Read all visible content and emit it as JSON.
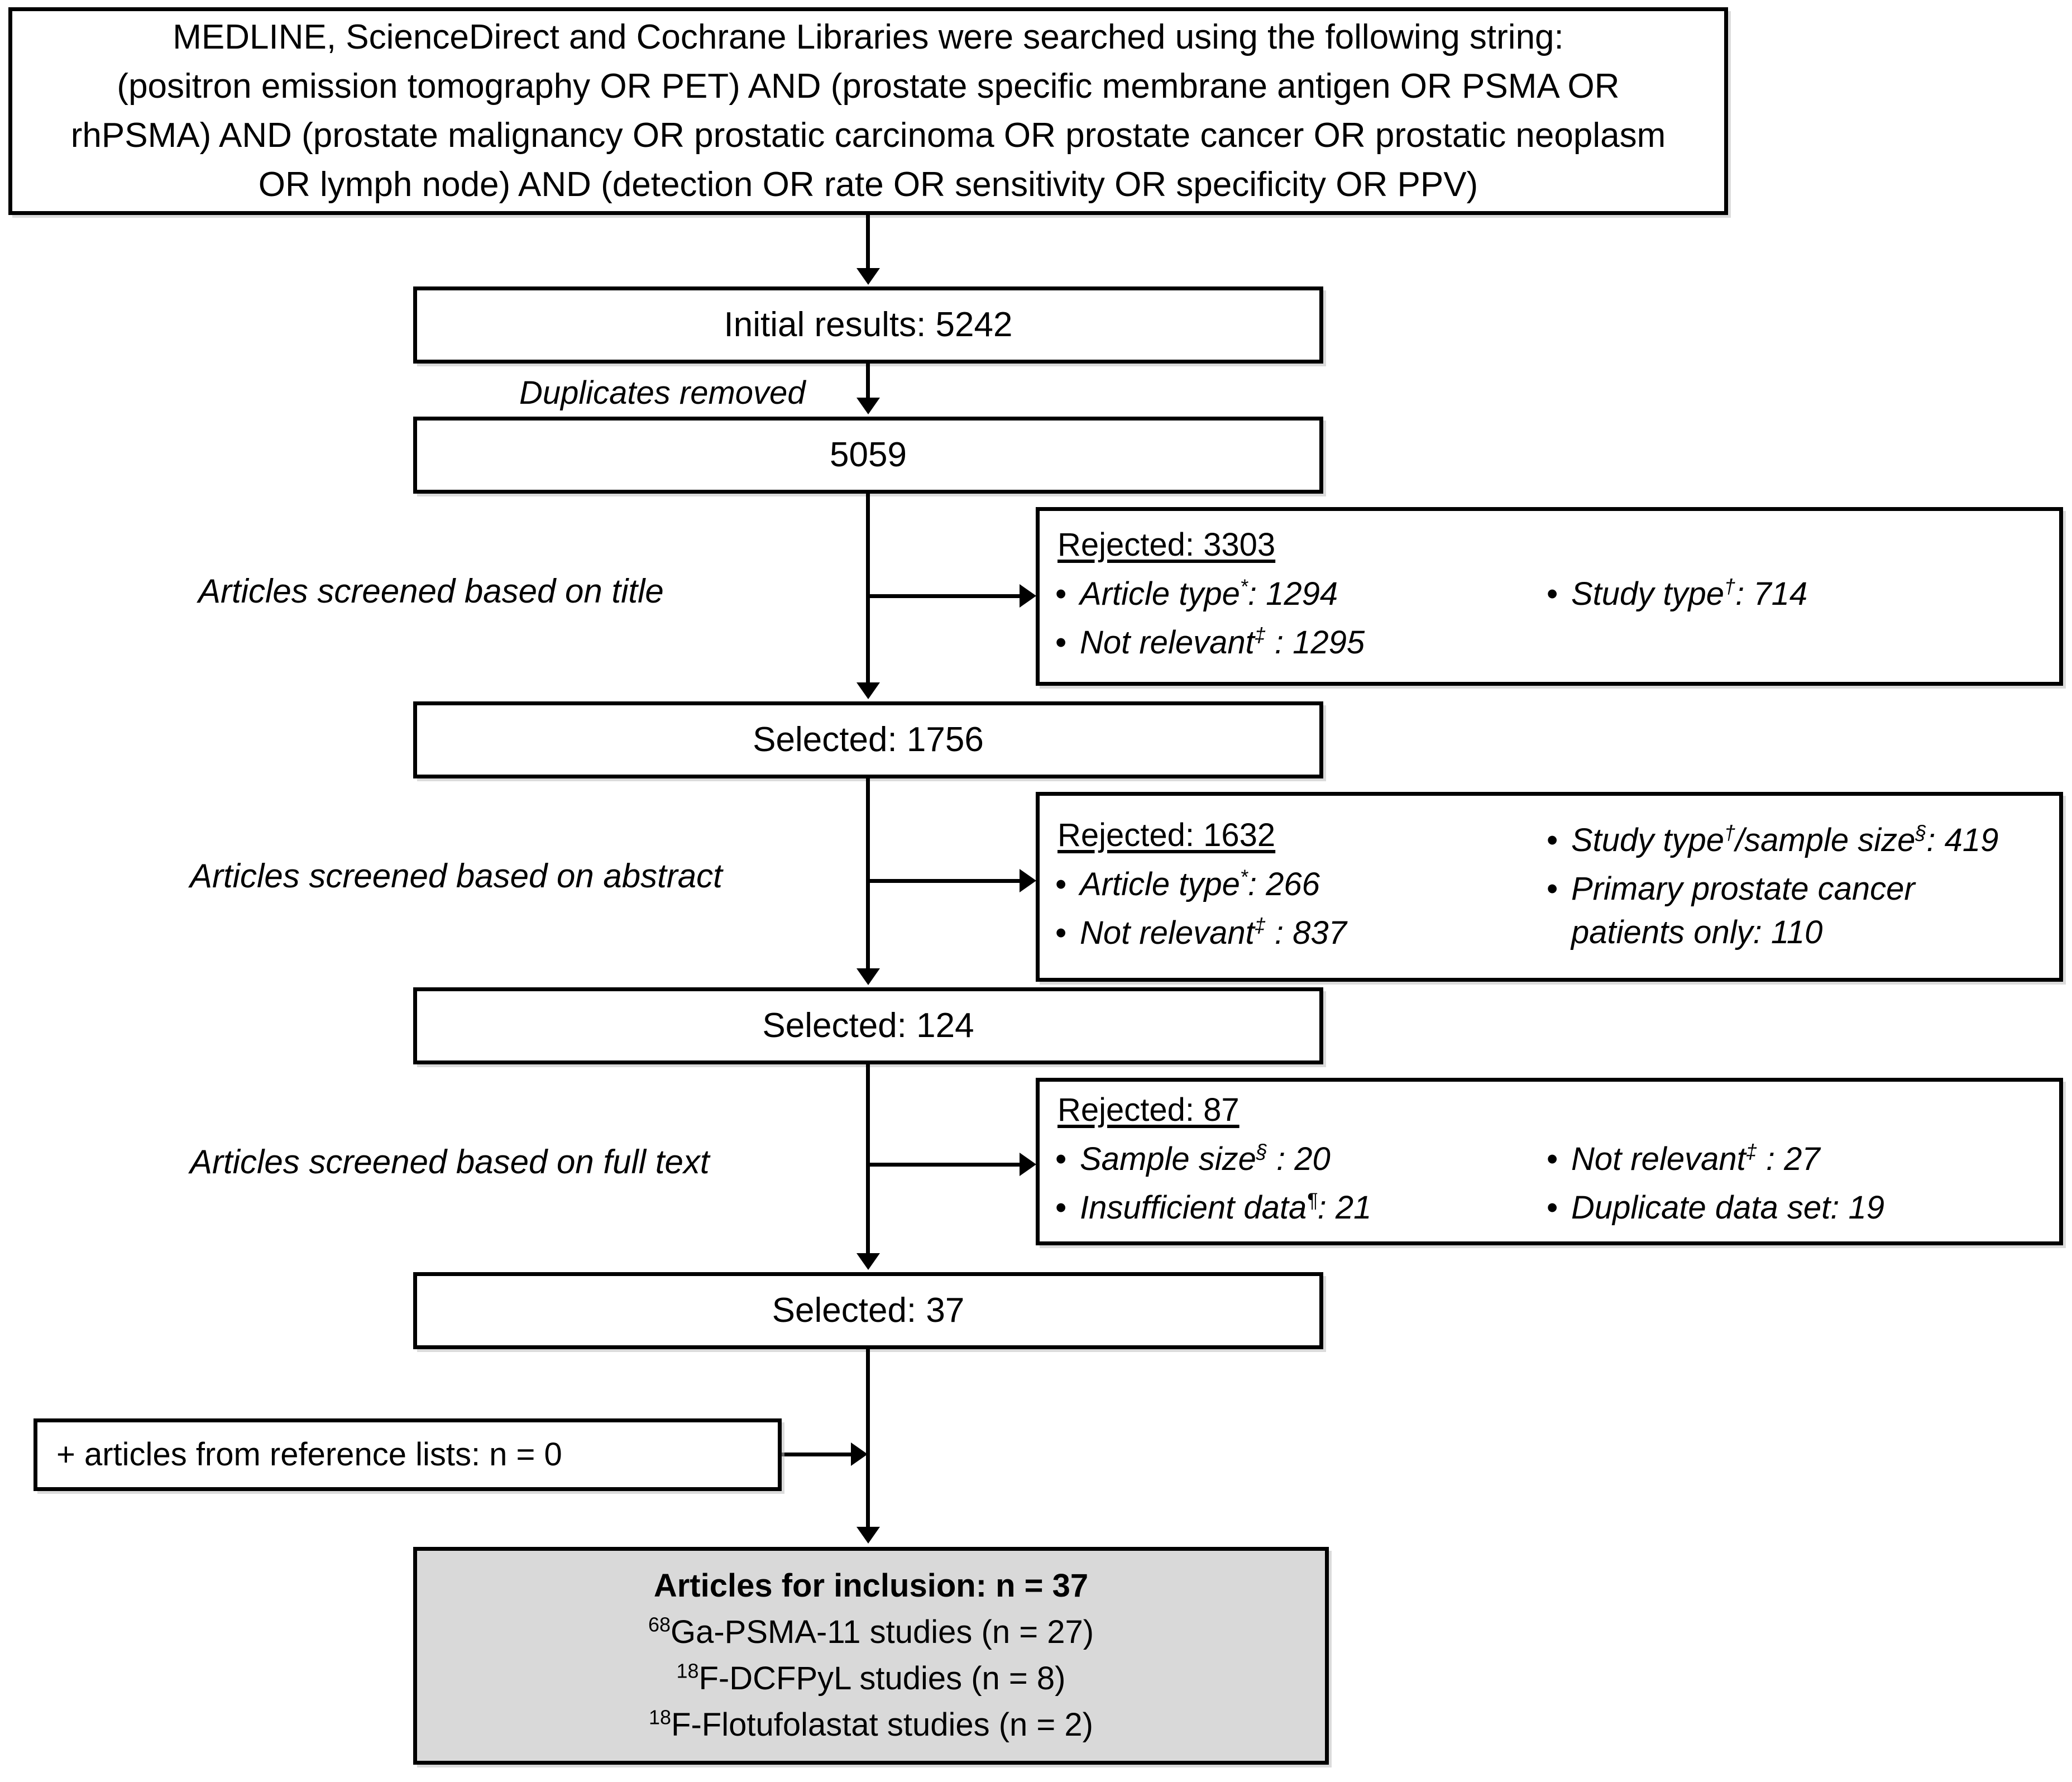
{
  "search_box": {
    "lines": [
      "MEDLINE, ScienceDirect and Cochrane Libraries were searched using the following string:",
      "(positron emission tomography OR PET) AND (prostate specific membrane antigen OR PSMA OR",
      "rhPSMA) AND (prostate malignancy OR prostatic carcinoma OR prostate cancer OR prostatic neoplasm",
      "OR lymph node) AND (detection OR rate OR sensitivity OR specificity OR PPV)"
    ]
  },
  "flow": {
    "initial_results": "Initial results: 5242",
    "duplicates_removed_label": "Duplicates removed",
    "after_duplicates": "5059",
    "selected_after_title": "Selected: 1756",
    "selected_after_abstract": "Selected: 124",
    "selected_after_fulltext": "Selected: 37"
  },
  "stage_labels": {
    "title": "Articles screened based on title",
    "abstract": "Articles screened based on abstract",
    "fulltext": "Articles screened based on full text"
  },
  "reject_title_stage": {
    "title": "Rejected: 3303",
    "left_items": [
      {
        "label": "Article type",
        "marker": "*",
        "value": "1294",
        "sep": ":"
      },
      {
        "label": "Not relevant",
        "marker": "‡",
        "value": "1295",
        "sep": " :"
      }
    ],
    "right_items": [
      {
        "label": "Study type",
        "marker": "†",
        "value": "714",
        "sep": ":"
      }
    ]
  },
  "reject_abstract_stage": {
    "title": "Rejected: 1632",
    "left_items": [
      {
        "label": "Article type",
        "marker": "*",
        "value": "266",
        "sep": ":"
      },
      {
        "label": "Not relevant",
        "marker": "‡",
        "value": "837",
        "sep": " :"
      }
    ],
    "right_items": [
      {
        "label": "Study type",
        "marker": "†",
        "label2": "/sample size",
        "marker2": "§",
        "value": "419",
        "sep": ":"
      },
      {
        "label": "Primary prostate cancer patients only",
        "marker": "",
        "value": "110",
        "sep": ":"
      }
    ]
  },
  "reject_fulltext_stage": {
    "title": "Rejected: 87",
    "left_items": [
      {
        "label": "Sample size",
        "marker": "§",
        "value": "20",
        "sep": " :"
      },
      {
        "label": "Insufficient data",
        "marker": "¶",
        "value": "21",
        "sep": ":"
      }
    ],
    "right_items": [
      {
        "label": "Not relevant",
        "marker": "‡",
        "value": "27",
        "sep": " :"
      },
      {
        "label": "Duplicate data set",
        "marker": "",
        "value": "19",
        "sep": ":"
      }
    ]
  },
  "reference_lists": {
    "text": "+ articles from reference lists: n = 0"
  },
  "inclusion": {
    "title": "Articles for inclusion: n = 37",
    "lines": [
      {
        "sup": "68",
        "rest": "Ga-PSMA-11 studies (n = 27)"
      },
      {
        "sup": "18",
        "rest": "F-DCFPyL studies (n = 8)"
      },
      {
        "sup": "18",
        "rest": "F-Flotufolastat studies (n = 2)"
      }
    ]
  },
  "colors": {
    "stroke": "#000000",
    "page_background": "#ffffff",
    "inclusion_fill": "#d9d9d9"
  }
}
